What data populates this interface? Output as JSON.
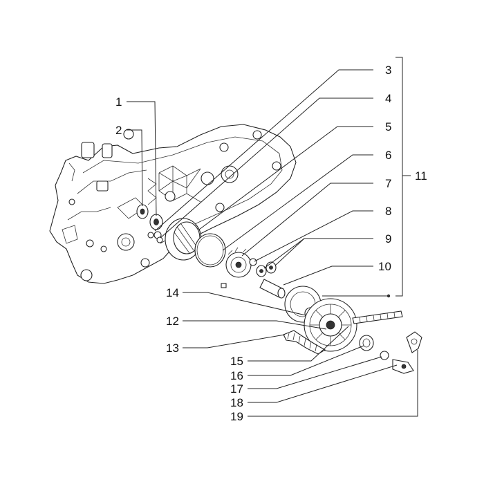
{
  "callouts": [
    {
      "number": "1"
    },
    {
      "number": "2"
    },
    {
      "number": "3"
    },
    {
      "number": "4"
    },
    {
      "number": "5"
    },
    {
      "number": "6"
    },
    {
      "number": "7"
    },
    {
      "number": "8"
    },
    {
      "number": "9"
    },
    {
      "number": "10"
    },
    {
      "number": "11"
    },
    {
      "number": "12"
    },
    {
      "number": "13"
    },
    {
      "number": "14"
    },
    {
      "number": "15"
    },
    {
      "number": "16"
    },
    {
      "number": "17"
    },
    {
      "number": "18"
    },
    {
      "number": "19"
    }
  ]
}
